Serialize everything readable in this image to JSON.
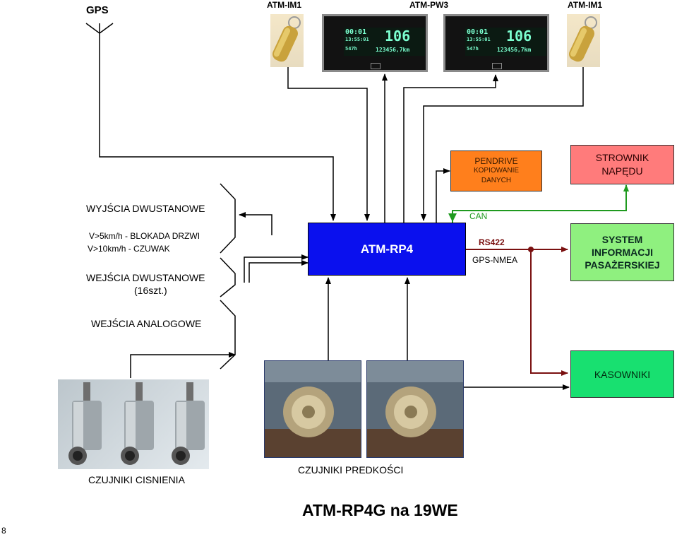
{
  "labels": {
    "gps": "GPS",
    "atm_im1_left": "ATM-IM1",
    "atm_pw3": "ATM-PW3",
    "atm_im1_right": "ATM-IM1",
    "outputs_title": "WYJŚCIA DWUSTANOWE",
    "output_1": "V>5km/h - BLOKADA DRZWI",
    "output_2": "V>10km/h - CZUWAK",
    "inputs_title": "WEJŚCIA DWUSTANOWE",
    "inputs_count": "(16szt.)",
    "analog_inputs": "WEJŚCIA ANALOGOWE",
    "can": "CAN",
    "rs422": "RS422",
    "gps_nmea": "GPS-NMEA",
    "pressure_sensors": "CZUJNIKI CISNIENIA",
    "speed_sensors": "CZUJNIKI PREDKOŚCI",
    "main_title": "ATM-RP4G na 19WE",
    "page_number": "8"
  },
  "boxes": {
    "pendrive": {
      "line1": "PENDRIVE",
      "line2": "KOPIOWANIE",
      "line3": "DANYCH"
    },
    "strownik": {
      "line1": "STROWNIK",
      "line2": "NAPĘDU"
    },
    "atm_rp4": {
      "label": "ATM-RP4"
    },
    "system": {
      "line1": "SYSTEM",
      "line2": "INFORMACJI",
      "line3": "PASAŻERSKIEJ"
    },
    "kasowniki": {
      "label": "KASOWNIKI"
    }
  },
  "displays": {
    "left": {
      "time1": "00:01",
      "time2": "13:55:01",
      "dist": "547h",
      "speed": "106",
      "odo": "123456,7km"
    },
    "right": {
      "time1": "00:01",
      "time2": "13:55:01",
      "dist": "547h",
      "speed": "106",
      "odo": "123456,7km"
    }
  },
  "colors": {
    "atm_rp4": "#0a10ee",
    "pendrive": "#ff7f1c",
    "strownik": "#ff7b7b",
    "system": "#8ff07f",
    "kasowniki": "#18e070",
    "can_line": "#1f9a1f",
    "rs422_line": "#7a1010",
    "wire": "#000000"
  }
}
